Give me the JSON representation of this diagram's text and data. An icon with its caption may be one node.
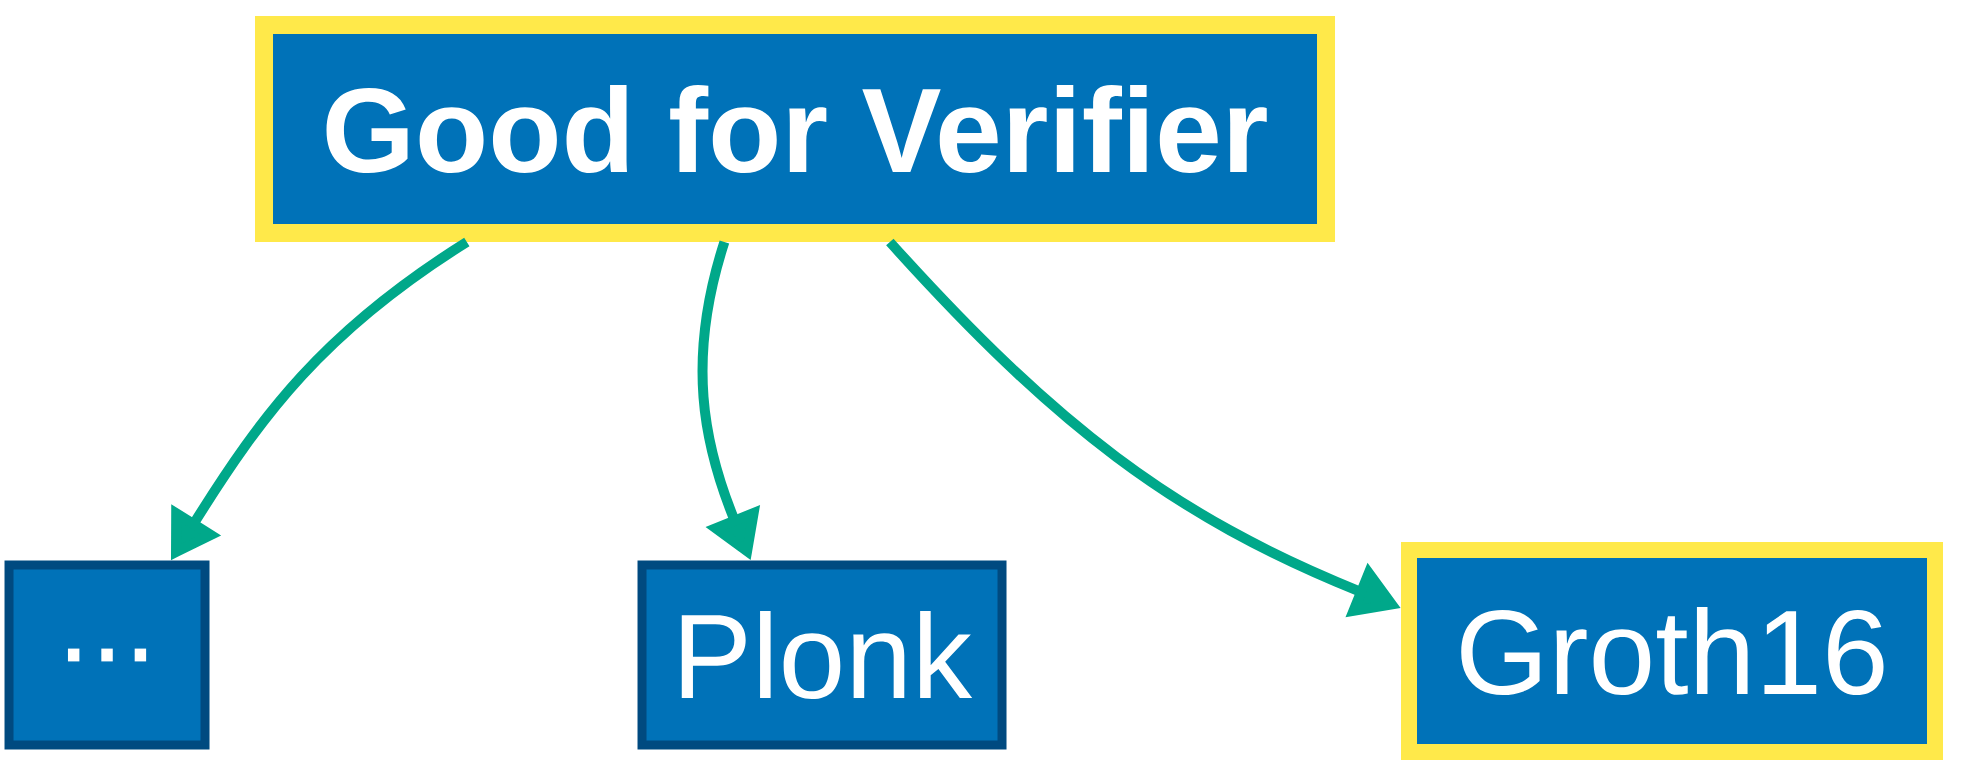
{
  "diagram": {
    "nodes": [
      {
        "text": [
          "Good for Verifier"
        ]
      },
      {
        "text": [
          "..."
        ]
      },
      {
        "text": [
          "Plonk"
        ]
      },
      {
        "text": [
          "Groth16"
        ]
      }
    ],
    "edges": [
      {
        "from": 0,
        "to": 1,
        "arrow": "to"
      },
      {
        "from": 0,
        "to": 2,
        "arrow": "to"
      },
      {
        "from": 0,
        "to": 3,
        "arrow": "to"
      }
    ]
  }
}
